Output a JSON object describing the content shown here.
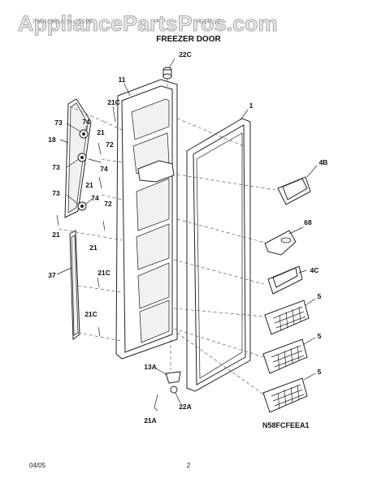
{
  "watermark": "AppliancePartsPros.com",
  "header": {
    "left_text": "Publication No. 5995",
    "right_text": "GLRS2",
    "title": "FREEZER DOOR"
  },
  "diagram_code": "N58FCFEEA1",
  "footer": {
    "date": "04/05",
    "page": "2"
  },
  "callouts": {
    "c_22C_top": "22C",
    "c_11": "11",
    "c_1": "1",
    "c_21C_top": "21C",
    "c_73_a": "73",
    "c_74_a": "74",
    "c_21_a": "21",
    "c_18": "18",
    "c_72_a": "72",
    "c_73_b": "73",
    "c_74_b": "74",
    "c_21_b": "21",
    "c_73_c": "73",
    "c_74_c": "74",
    "c_72_b": "72",
    "c_21_c": "21",
    "c_21_d": "21",
    "c_4B": "4B",
    "c_68": "68",
    "c_4C": "4C",
    "c_37": "37",
    "c_21C_mid": "21C",
    "c_5_a": "5",
    "c_5_b": "5",
    "c_5_c": "5",
    "c_21C_low": "21C",
    "c_13A": "13A",
    "c_22A": "22A",
    "c_21A": "21A"
  }
}
